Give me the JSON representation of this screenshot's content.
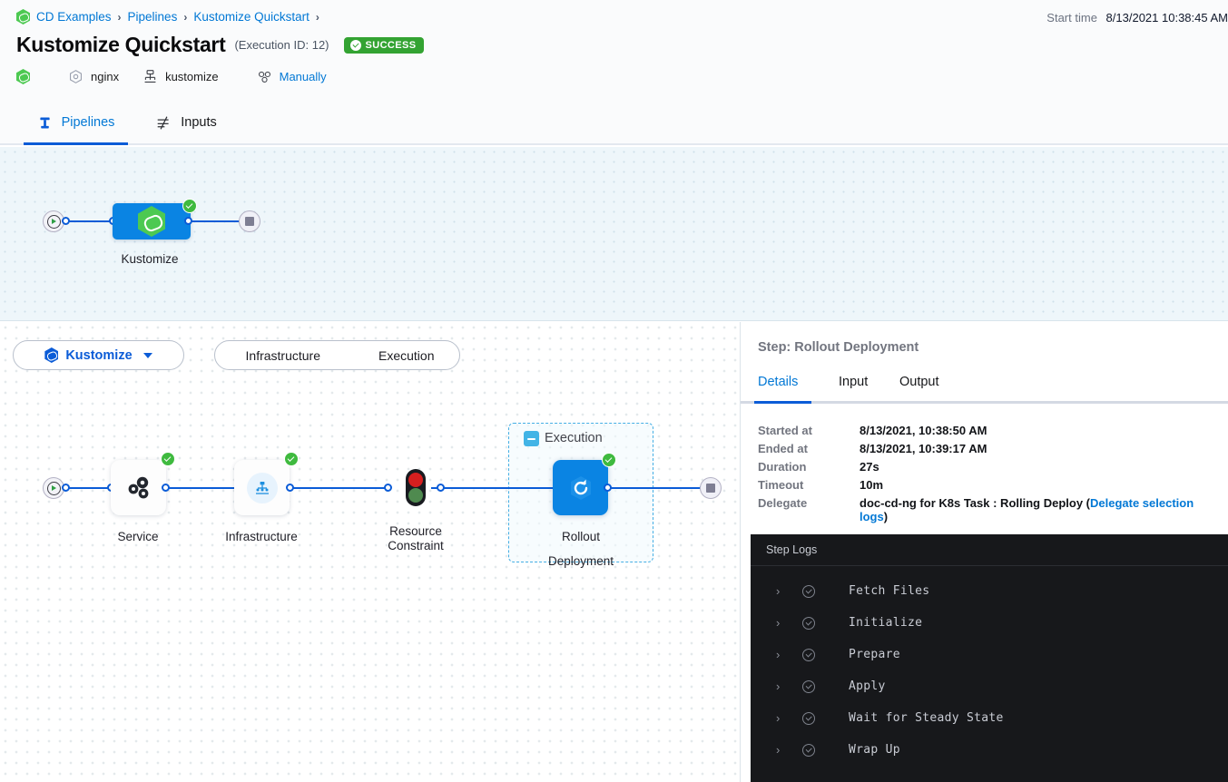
{
  "header": {
    "breadcrumb": [
      {
        "label": "CD Examples",
        "icon": "harness-hex-icon"
      },
      {
        "label": "Pipelines",
        "icon": ""
      },
      {
        "label": "Kustomize Quickstart",
        "icon": ""
      }
    ],
    "breadcrumb_separator": "›",
    "start_time_label": "Start time",
    "start_time_value": "8/13/2021 10:38:45 AM",
    "page_title": "Kustomize Quickstart",
    "execution_id": "(Execution ID: 12)",
    "status_badge": "SUCCESS",
    "status_color": "#33a332",
    "meta": [
      {
        "icon": "harness-hex-icon",
        "label": ""
      },
      {
        "icon": "service-hexagon-icon",
        "label": "nginx"
      },
      {
        "icon": "infrastructure-icon",
        "label": "kustomize"
      },
      {
        "icon": "trigger-icon",
        "label": "Manually"
      }
    ]
  },
  "tabs": [
    {
      "label": "Pipelines",
      "icon": "pipeline-icon",
      "active": true
    },
    {
      "label": "Inputs",
      "icon": "inputs-icon",
      "active": false
    }
  ],
  "top_graph": {
    "stage_label": "Kustomize",
    "start_node": "start-node",
    "end_node": "end-node",
    "status": "success"
  },
  "stage_selector": {
    "stage_name": "Kustomize",
    "caret": "▾",
    "segments": [
      "Infrastructure",
      "Execution"
    ]
  },
  "execution_graph": {
    "group_label": "Execution",
    "nodes": [
      {
        "label": "Service",
        "icon": "service-gears-icon",
        "status": "success"
      },
      {
        "label": "Infrastructure",
        "icon": "infrastructure-tree-icon",
        "status": "success"
      },
      {
        "label": "Resource\nConstraint",
        "label_line1": "Resource",
        "label_line2": "Constraint",
        "icon": "traffic-light-icon",
        "status": "none"
      },
      {
        "label": "Rollout Deployment",
        "label_line1": "Rollout",
        "label_line2": "Deployment",
        "icon": "rollout-refresh-icon",
        "status": "success"
      }
    ]
  },
  "right_panel": {
    "step_title": "Step: Rollout Deployment",
    "tabs": [
      {
        "label": "Details",
        "active": true
      },
      {
        "label": "Input",
        "active": false
      },
      {
        "label": "Output",
        "active": false
      }
    ],
    "details": [
      {
        "key": "Started at",
        "value": "8/13/2021, 10:38:50 AM"
      },
      {
        "key": "Ended at",
        "value": "8/13/2021, 10:39:17 AM"
      },
      {
        "key": "Duration",
        "value": "27s"
      },
      {
        "key": "Timeout",
        "value": "10m"
      }
    ],
    "delegate": {
      "key": "Delegate",
      "value_prefix": "doc-cd-ng for K8s Task : Rolling Deploy (",
      "link": "Delegate selection logs",
      "value_suffix": ")"
    },
    "logs": {
      "header": "Step Logs",
      "rows": [
        {
          "label": "Fetch Files",
          "status": "success",
          "chevron": "›"
        },
        {
          "label": "Initialize",
          "status": "success",
          "chevron": "›"
        },
        {
          "label": "Prepare",
          "status": "success",
          "chevron": "›"
        },
        {
          "label": "Apply",
          "status": "success",
          "chevron": "›"
        },
        {
          "label": "Wait for Steady State",
          "status": "success",
          "chevron": "›"
        },
        {
          "label": "Wrap Up",
          "status": "success",
          "chevron": "›"
        }
      ]
    }
  },
  "colors": {
    "accent_blue": "#0278d5",
    "node_blue": "#0a84e3",
    "success_green": "#33a332",
    "badge_green": "#3fba3f",
    "canvas_top_bg": "#eef6fa",
    "logs_bg": "#17181b"
  }
}
